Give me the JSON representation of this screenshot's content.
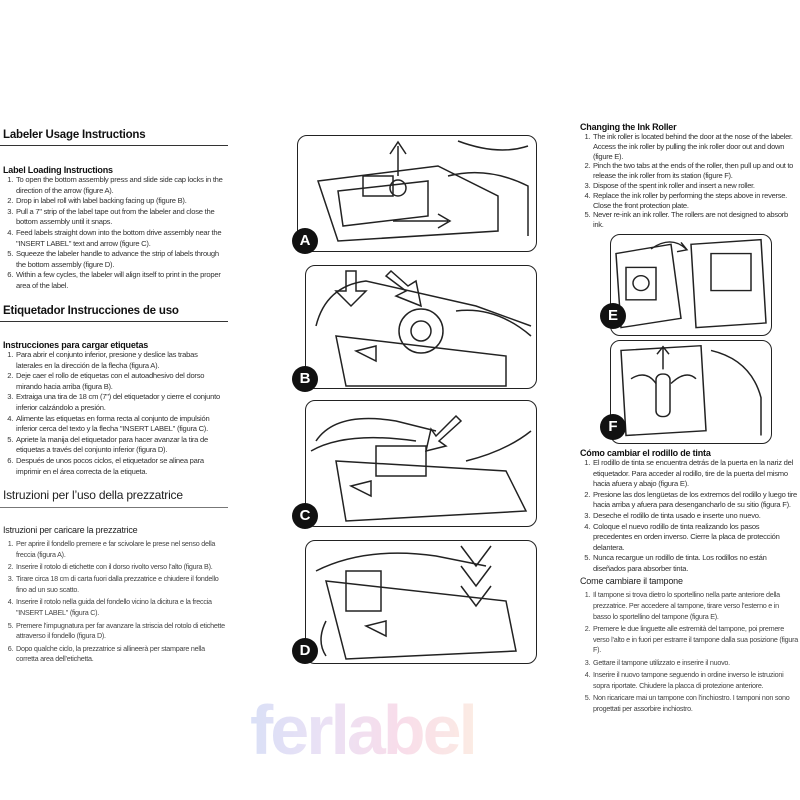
{
  "watermark": "ferlabel",
  "english": {
    "title": "Labeler Usage Instructions",
    "loading_title": "Label Loading Instructions",
    "loading_steps": [
      "To open the bottom assembly press and slide side cap locks in the direction of the arrow (figure A).",
      "Drop in label roll with label backing facing up (figure B).",
      "Pull a 7\" strip of the label tape out from the labeler and close the bottom assembly until it snaps.",
      "Feed labels straight down into the bottom drive assembly near the \"INSERT LABEL\" text and arrow (figure C).",
      "Squeeze the labeler handle to advance the strip of labels through the bottom assembly (figure D).",
      "Within a few cycles, the labeler will align itself to print in the proper area of the label."
    ],
    "ink_title": "Changing the Ink Roller",
    "ink_steps": [
      "The ink roller is located behind the door at the nose of the labeler. Access the ink roller by pulling the ink roller door out and down (figure E).",
      "Pinch the two tabs at the ends of the roller, then pull up and out to release the ink roller from its station (figure F).",
      "Dispose of the spent ink roller and insert a new roller.",
      "Replace the ink roller by performing the steps above in reverse.  Close the front protection plate.",
      "Never re-ink an ink roller.  The rollers are not designed to absorb ink."
    ]
  },
  "spanish": {
    "title": "Etiquetador Instrucciones de uso",
    "loading_title": "Instrucciones para cargar etiquetas",
    "loading_steps": [
      "Para abrir el conjunto inferior, presione y deslice las trabas laterales en la dirección de la flecha (figura A).",
      "Deje caer el rollo de etiquetas con el autoadhesivo del dorso mirando hacia arriba (figura B).",
      "Extraiga una tira de 18 cm (7\") del etiquetador y cierre el conjunto inferior calzándolo a presión.",
      "Alimente las etiquetas en forma recta al conjunto de impulsión inferior cerca del texto y la flecha \"INSERT LABEL\" (figura C).",
      "Apriete la manija del etiquetador para hacer avanzar la tira de etiquetas a través del conjunto inferior (figura D).",
      "Después de unos pocos ciclos, el etiquetador se alinea para imprimir en el área correcta de la etiqueta."
    ],
    "ink_title": "Cómo cambiar el rodillo de tinta",
    "ink_steps": [
      "El rodillo de tinta se encuentra detrás de la puerta en la nariz del etiquetador.  Para acceder al rodillo, tire de la puerta del mismo hacia afuera y abajo (figura E).",
      "Presione las dos lengüetas de los extremos del rodillo y luego tire hacia arriba y afuera para desengancharlo de su sitio (figura F).",
      "Deseche el rodillo de tinta usado e inserte uno nuevo.",
      "Coloque el nuevo rodillo de tinta realizando los pasos precedentes en orden inverso.  Cierre la placa de protección delantera.",
      "Nunca recargue un rodillo de tinta.  Los rodillos no están diseñados para absorber tinta."
    ]
  },
  "italian": {
    "title": "Istruzioni per l’uso della prezzatrice",
    "loading_title": "Istruzioni per caricare la prezzatrice",
    "loading_steps": [
      "Per aprire il fondello premere e far scivolare le prese nel senso della freccia (figura A).",
      "Inserire il rotolo di etichette con il dorso rivolto verso l’alto (figura B).",
      "Tirare circa 18 cm di carta fuori dalla prezzatrice e chiudere il fondello fino ad un suo scatto.",
      "Inserire il rotolo nella guida del fondello vicino la dicitura e la freccia \"INSERT LABEL\" (figura C).",
      "Premere l’impugnatura per far avanzare la striscia del rotolo di etichette attraverso il fondello (figura D).",
      "Dopo qualche ciclo, la prezzatrice si allineerà per stampare nella corretta area dell’etichetta."
    ],
    "ink_title": "Come cambiare il tampone",
    "ink_steps": [
      "Il tampone si trova dietro lo sportellino nella parte anteriore della prezzatrice. Per accedere al tampone, tirare verso l’esterno e in basso lo sportellino del tampone (figura E).",
      "Premere le due linguette alle estremità del tampone, poi premere verso l’alto e in fuori per estrarre il tampone dalla sua posizione (figura F).",
      "Gettare il tampone utilizzato e inserire il nuovo.",
      "Inserire il nuovo tampone seguendo in ordine inverso le istruzioni sopra riportate. Chiudere la placca di protezione anteriore.",
      "Non ricaricare mai un tampone con l’inchiostro. I tamponi non sono progettati per assorbire inchiostro."
    ]
  },
  "figures": [
    "A",
    "B",
    "C",
    "D",
    "E",
    "F"
  ]
}
